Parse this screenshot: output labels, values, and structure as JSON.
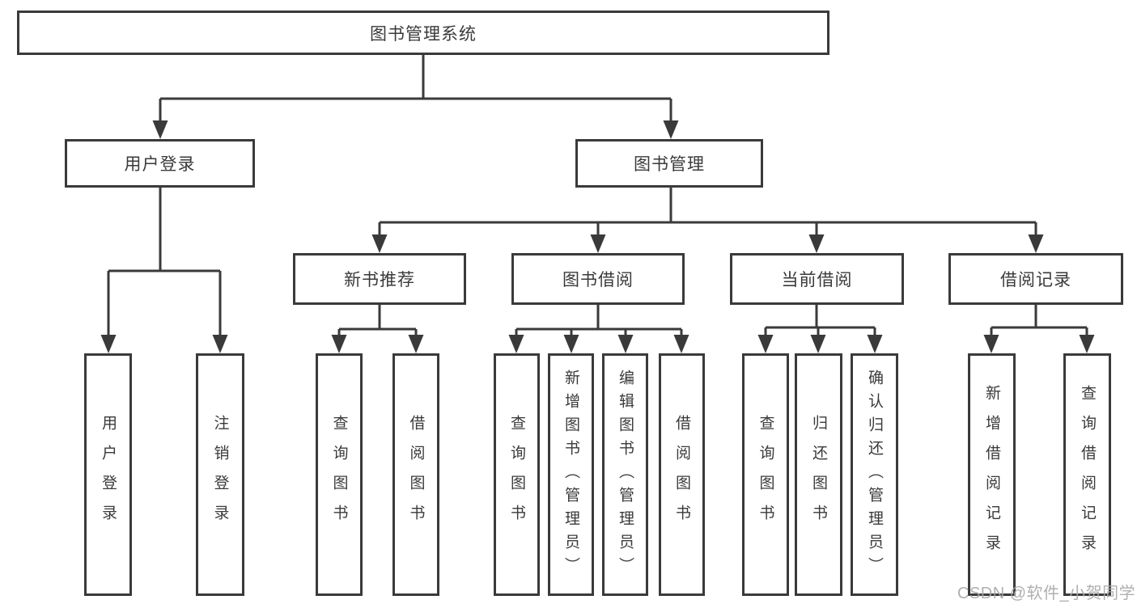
{
  "tree": {
    "root": {
      "label": "图书管理系统"
    },
    "level2": [
      {
        "label": "用户登录"
      },
      {
        "label": "图书管理"
      }
    ],
    "level3": [
      {
        "label": "新书推荐"
      },
      {
        "label": "图书借阅"
      },
      {
        "label": "当前借阅"
      },
      {
        "label": "借阅记录"
      }
    ],
    "leaves": {
      "user_login": [
        {
          "label": "用户登录"
        },
        {
          "label": "注销登录"
        }
      ],
      "new_book": [
        {
          "label": "查询图书"
        },
        {
          "label": "借阅图书"
        }
      ],
      "book_borrow": [
        {
          "label": "查询图书"
        },
        {
          "label": "新增图书（管理员）"
        },
        {
          "label": "编辑图书（管理员）"
        },
        {
          "label": "借阅图书"
        }
      ],
      "current_borrow": [
        {
          "label": "查询图书"
        },
        {
          "label": "归还图书"
        },
        {
          "label": "确认归还（管理员）"
        }
      ],
      "borrow_record": [
        {
          "label": "新增借阅记录"
        },
        {
          "label": "查询借阅记录"
        }
      ]
    }
  },
  "watermark": {
    "text": "CSDN @软件_小贺同学"
  },
  "colors": {
    "line": "#3a3a3a",
    "text": "#3a3a3a",
    "box_background": "#ffffff",
    "page_background": "#ffffff",
    "watermark": "#a8a8a8"
  }
}
